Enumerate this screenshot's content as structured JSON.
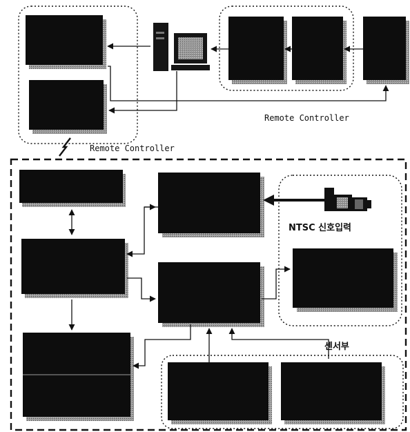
{
  "labels": {
    "remote_controller_right": "Remote Controller",
    "remote_controller_middle": "Remote Controller",
    "ntsc_input": "NTSC 신호입력",
    "sensor_unit": "센서부"
  },
  "colors": {
    "box_fill": "#0d0d0d",
    "box_shadow": "#8a8a8a",
    "line": "#111111",
    "background": "#ffffff"
  },
  "icons": {
    "computer": "desktop-computer-icon",
    "camera": "video-camera-icon",
    "wireless": "lightning-link-icon"
  }
}
